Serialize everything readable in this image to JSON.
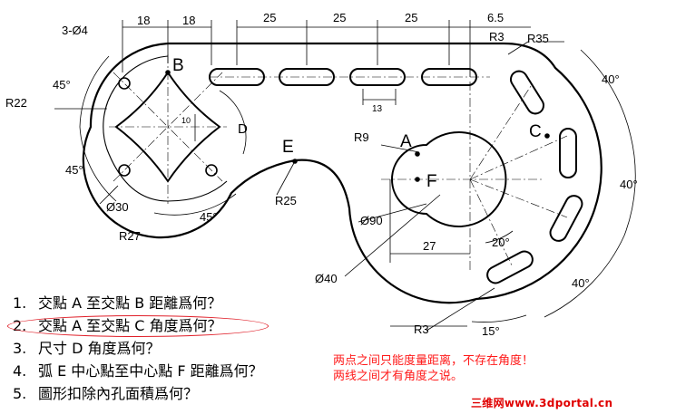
{
  "drawing": {
    "dimensions": {
      "hole_count": "3-Ø4",
      "width_b1": "18",
      "width_b2": "18",
      "slot_pitch_1": "25",
      "slot_pitch_2": "25",
      "slot_pitch_3": "25",
      "right_offset": "6.5",
      "slot_width": "13",
      "radius_r3_top": "R3",
      "radius_r35": "R35",
      "radius_r22": "R22",
      "angle_45_top": "45°",
      "angle_45_bottom": "45°",
      "angle_45_lower": "45°",
      "height_10": "10",
      "dim_d": "D",
      "diameter_30": "Ø30",
      "radius_r27": "R27",
      "radius_r25": "R25",
      "radius_r9": "R9",
      "diameter_90": "Ø90",
      "diameter_40": "Ø40",
      "length_27": "27",
      "angle_20": "20°",
      "angle_15": "15°",
      "radius_r3_bottom": "R3",
      "angle_40_a": "40°",
      "angle_40_b": "40°",
      "angle_40_c": "40°"
    },
    "points": {
      "a": "A",
      "b": "B",
      "c": "C",
      "e": "E",
      "f": "F"
    }
  },
  "questions": [
    {
      "num": "1.",
      "text": "交點 A 至交點 B 距離爲何？"
    },
    {
      "num": "2.",
      "text": "交點 A 至交點 C 角度爲何？"
    },
    {
      "num": "3.",
      "text": "尺寸 D 角度爲何？"
    },
    {
      "num": "4.",
      "text": "弧 E 中心點至中心點 F 距離爲何？"
    },
    {
      "num": "5.",
      "text": "圖形扣除內孔面積爲何？"
    }
  ],
  "note": {
    "line1": "两点之间只能度量距离，不存在角度！",
    "line2": "两线之间才有角度之说。"
  },
  "watermark": "三维网www.3dportal.cn",
  "colors": {
    "annotation": "#e0202a",
    "note_text": "#ff1a1a",
    "watermark": "#e00000"
  }
}
